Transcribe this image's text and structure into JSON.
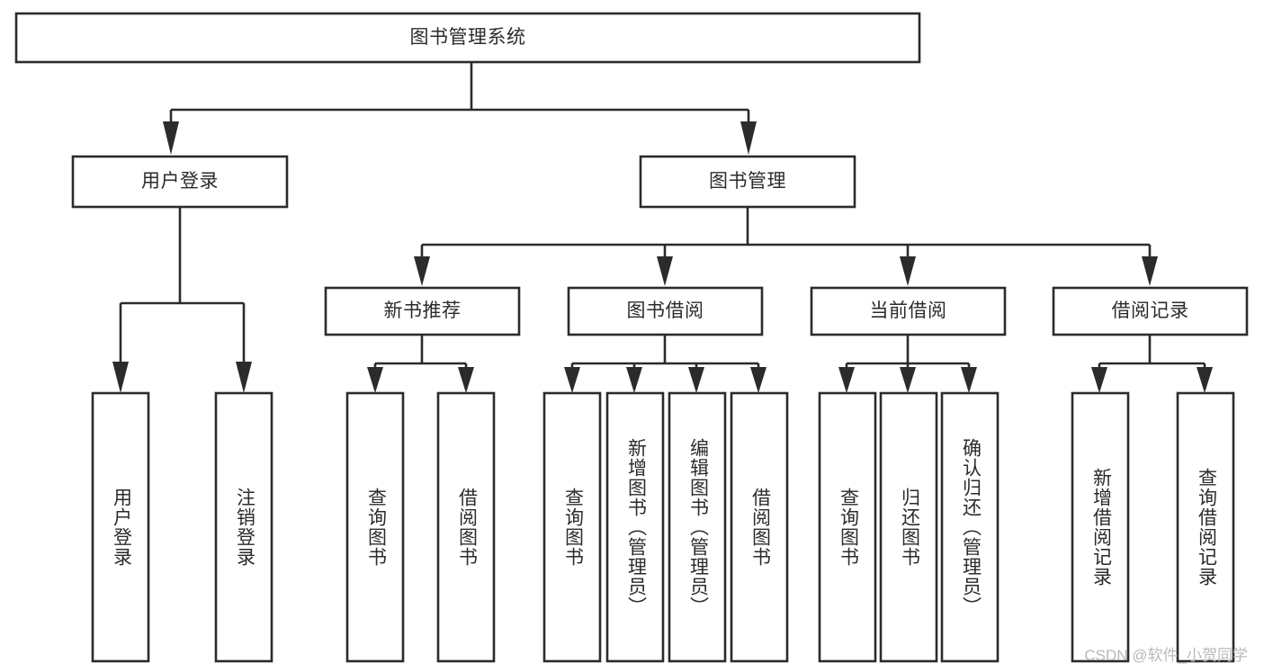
{
  "diagram": {
    "type": "tree-hierarchy-functional-decomposition",
    "title": "图书管理系统",
    "watermark": "CSDN @软件_小贺同学",
    "colors": {
      "stroke": "#2b2b2b",
      "fill": "#ffffff",
      "background": "#ffffff",
      "text": "#2b2b2b",
      "watermark": "#b9b9b9"
    },
    "root": {
      "label": "图书管理系统"
    },
    "level2": [
      {
        "id": "user-login",
        "label": "用户登录"
      },
      {
        "id": "book-management",
        "label": "图书管理"
      }
    ],
    "level3": [
      {
        "id": "new-book-recommend",
        "label": "新书推荐",
        "parent": "book-management"
      },
      {
        "id": "book-borrow",
        "label": "图书借阅",
        "parent": "book-management"
      },
      {
        "id": "current-borrow",
        "label": "当前借阅",
        "parent": "book-management"
      },
      {
        "id": "borrow-record",
        "label": "借阅记录",
        "parent": "book-management"
      }
    ],
    "leaves": {
      "user-login": [
        {
          "id": "leaf-user-login",
          "label": "用户登录"
        },
        {
          "id": "leaf-logout",
          "label": "注销登录"
        }
      ],
      "new-book-recommend": [
        {
          "id": "leaf-query-book-1",
          "label": "查询图书"
        },
        {
          "id": "leaf-borrow-book-1",
          "label": "借阅图书"
        }
      ],
      "book-borrow": [
        {
          "id": "leaf-query-book-2",
          "label": "查询图书"
        },
        {
          "id": "leaf-add-book",
          "label": "新增图书（管理员）"
        },
        {
          "id": "leaf-edit-book",
          "label": "编辑图书（管理员）"
        },
        {
          "id": "leaf-borrow-book-2",
          "label": "借阅图书"
        }
      ],
      "current-borrow": [
        {
          "id": "leaf-query-book-3",
          "label": "查询图书"
        },
        {
          "id": "leaf-return-book",
          "label": "归还图书"
        },
        {
          "id": "leaf-confirm-return",
          "label": "确认归还（管理员）"
        }
      ],
      "borrow-record": [
        {
          "id": "leaf-add-record",
          "label": "新增借阅记录"
        },
        {
          "id": "leaf-query-record",
          "label": "查询借阅记录"
        }
      ]
    }
  }
}
